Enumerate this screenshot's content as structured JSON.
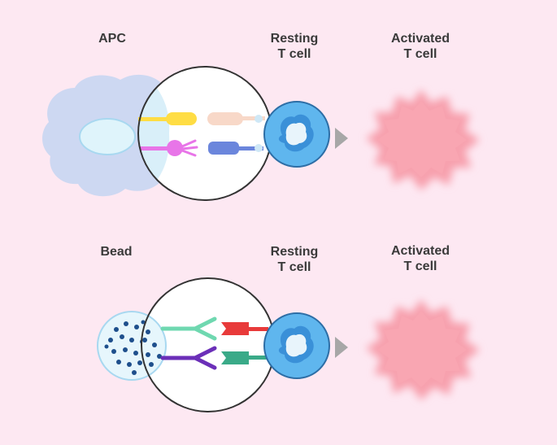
{
  "panels": [
    {
      "source_label": "APC",
      "resting_label": "Resting\nT cell",
      "activated_label": "Activated\nT cell"
    },
    {
      "source_label": "Bead",
      "resting_label": "Resting\nT cell",
      "activated_label": "Activated\nT cell"
    }
  ],
  "colors": {
    "background": "#fde8f2",
    "apc_body": "#cdd8f2",
    "nucleus": "#dff4fb",
    "t_cell": "#5fb6ee",
    "t_cell_nucleus": "#e8f4fb",
    "activated_cell": "#f7a0ad",
    "arrow": "#a7a7a7",
    "mhc": "#ffdd44",
    "tcr": "#f8d8c8",
    "cd80": "#e875e8",
    "cd28": "#6b86dc",
    "anti_cd3_ab": "#6fd8b0",
    "anti_cd28_ab": "#6b2fb8",
    "cd3": "#e83a3a",
    "cd28_bead_side": "#3aaa88",
    "bead_dots": "#1e4f8c"
  }
}
